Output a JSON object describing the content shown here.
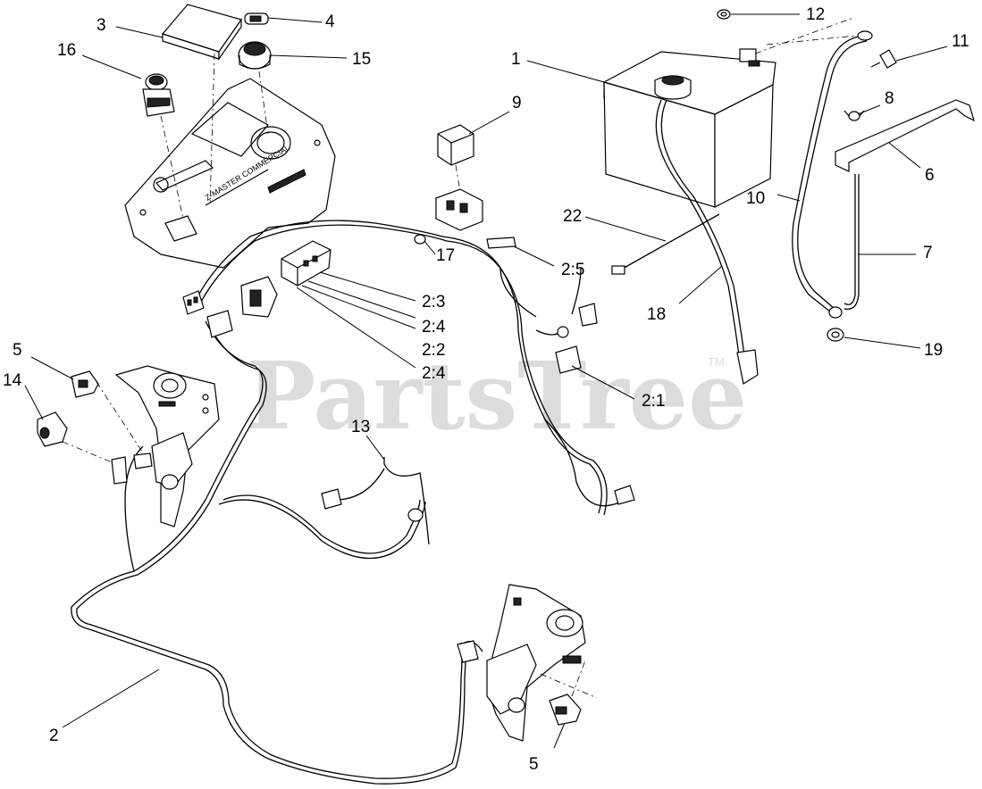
{
  "watermark": {
    "text": "PartsTree",
    "tm": "TM"
  },
  "callouts": [
    {
      "id": "c1",
      "text": "1"
    },
    {
      "id": "c2",
      "text": "2"
    },
    {
      "id": "c2_1",
      "text": "2:1"
    },
    {
      "id": "c2_2",
      "text": "2:2"
    },
    {
      "id": "c2_3",
      "text": "2:3"
    },
    {
      "id": "c2_4a",
      "text": "2:4"
    },
    {
      "id": "c2_4b",
      "text": "2:4"
    },
    {
      "id": "c2_5",
      "text": "2:5"
    },
    {
      "id": "c3",
      "text": "3"
    },
    {
      "id": "c4",
      "text": "4"
    },
    {
      "id": "c5a",
      "text": "5"
    },
    {
      "id": "c5b",
      "text": "5"
    },
    {
      "id": "c6",
      "text": "6"
    },
    {
      "id": "c7",
      "text": "7"
    },
    {
      "id": "c8",
      "text": "8"
    },
    {
      "id": "c9",
      "text": "9"
    },
    {
      "id": "c10",
      "text": "10"
    },
    {
      "id": "c11",
      "text": "11"
    },
    {
      "id": "c12",
      "text": "12"
    },
    {
      "id": "c13",
      "text": "13"
    },
    {
      "id": "c14",
      "text": "14"
    },
    {
      "id": "c15",
      "text": "15"
    },
    {
      "id": "c16",
      "text": "16"
    },
    {
      "id": "c17",
      "text": "17"
    },
    {
      "id": "c18",
      "text": "18"
    },
    {
      "id": "c19",
      "text": "19"
    },
    {
      "id": "c22",
      "text": "22"
    }
  ],
  "panel_text": "Z-MASTER COMMERCIAL"
}
